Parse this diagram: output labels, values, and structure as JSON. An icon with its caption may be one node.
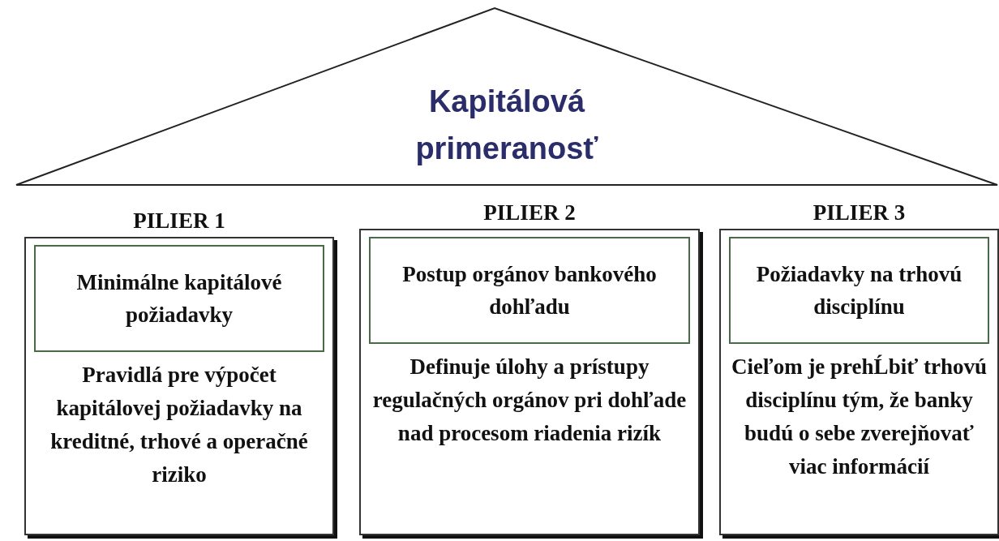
{
  "diagram": {
    "nodes": [
      {
        "text": [
          "Kapitálová primeranosť"
        ]
      },
      {
        "text": [
          "PILIER 1",
          "Pravidlá pre výpočet kapitálovej požiadavky na kreditné, trhové a operačné riziko"
        ]
      },
      {
        "text": [
          "Minimálne kapitálové požiadavky"
        ],
        "in": 1
      },
      {
        "text": [
          "PILIER 2",
          "Definuje úlohy a prístupy regulačných orgánov pri dohľade nad procesom riadenia rizík"
        ]
      },
      {
        "text": [
          "Postup orgánov bankového dohľadu"
        ],
        "in": 3
      },
      {
        "text": [
          "PILIER 3",
          "Cieľom je prehĹbiť trhovú disciplínu tým, že banky budú o sebe zverejňovať viac informácií"
        ]
      },
      {
        "text": [
          "Požiadavky na trhovú disciplínu"
        ],
        "in": 5
      }
    ],
    "edges": []
  }
}
